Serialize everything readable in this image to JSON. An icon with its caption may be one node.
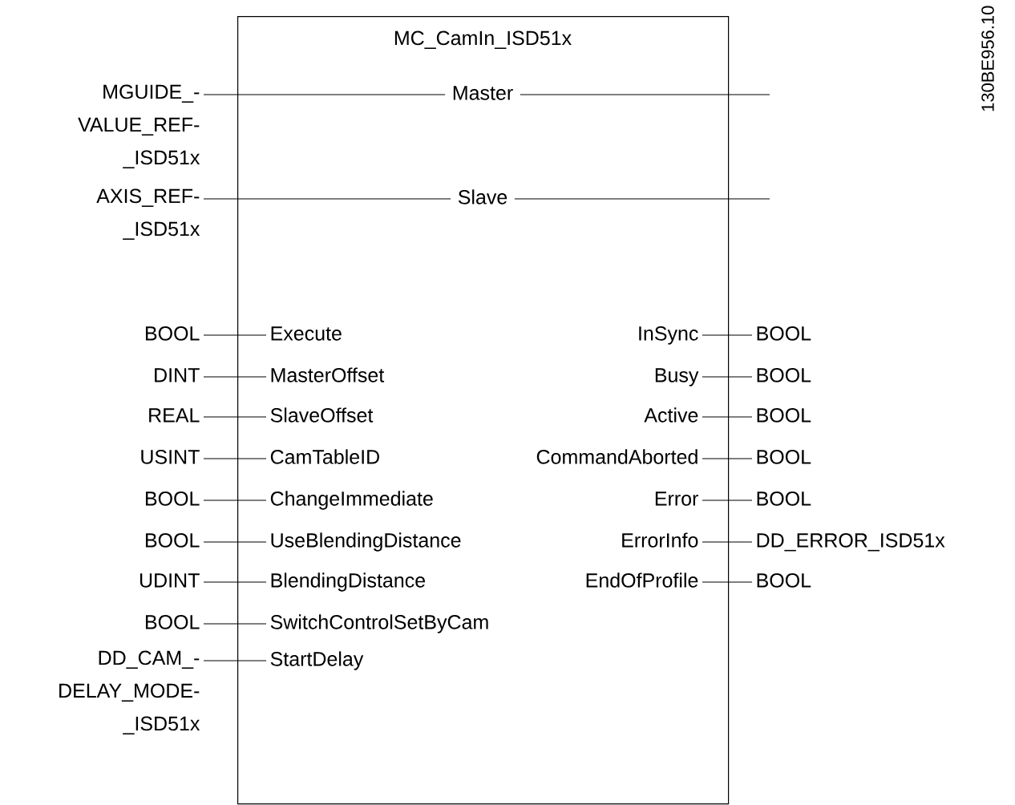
{
  "diagram": {
    "nodes": [
      {
        "text": [
          "MC_CamIn_ISD51x"
        ]
      },
      {
        "text": [
          "MGUIDE_- VALUE_REF- _ISD51x"
        ]
      },
      {
        "text": [
          "Master"
        ],
        "in": 0
      },
      {
        "text": [
          "AXIS_REF- _ISD51x"
        ]
      },
      {
        "text": [
          "Slave"
        ],
        "in": 0
      },
      {
        "text": [
          "BOOL"
        ]
      },
      {
        "text": [
          "Execute"
        ],
        "in": 0
      },
      {
        "text": [
          "DINT"
        ]
      },
      {
        "text": [
          "MasterOffset"
        ],
        "in": 0
      },
      {
        "text": [
          "REAL"
        ]
      },
      {
        "text": [
          "SlaveOffset"
        ],
        "in": 0
      },
      {
        "text": [
          "USINT"
        ]
      },
      {
        "text": [
          "CamTableID"
        ],
        "in": 0
      },
      {
        "text": [
          "BOOL"
        ]
      },
      {
        "text": [
          "ChangeImmediate"
        ],
        "in": 0
      },
      {
        "text": [
          "BOOL"
        ]
      },
      {
        "text": [
          "UseBlendingDistance"
        ],
        "in": 0
      },
      {
        "text": [
          "UDINT"
        ]
      },
      {
        "text": [
          "BlendingDistance"
        ],
        "in": 0
      },
      {
        "text": [
          "BOOL"
        ]
      },
      {
        "text": [
          "SwitchControlSetByCam"
        ],
        "in": 0
      },
      {
        "text": [
          "DD_CAM_- DELAY_MODE- _ISD51x"
        ]
      },
      {
        "text": [
          "StartDelay"
        ],
        "in": 0
      },
      {
        "text": [
          "InSync"
        ],
        "in": 0
      },
      {
        "text": [
          "BOOL"
        ]
      },
      {
        "text": [
          "Busy"
        ],
        "in": 0
      },
      {
        "text": [
          "BOOL"
        ]
      },
      {
        "text": [
          "Active"
        ],
        "in": 0
      },
      {
        "text": [
          "BOOL"
        ]
      },
      {
        "text": [
          "CommandAborted"
        ],
        "in": 0
      },
      {
        "text": [
          "BOOL"
        ]
      },
      {
        "text": [
          "Error"
        ],
        "in": 0
      },
      {
        "text": [
          "BOOL"
        ]
      },
      {
        "text": [
          "ErrorInfo"
        ],
        "in": 0
      },
      {
        "text": [
          "DD_ERROR_ISD51x"
        ]
      },
      {
        "text": [
          "EndOfProfile"
        ],
        "in": 0
      },
      {
        "text": [
          "BOOL"
        ]
      }
    ],
    "edges": [
      {
        "from": 1,
        "to": 2,
        "arrow": "none"
      },
      {
        "from": 2,
        "to": null,
        "arrow": "none"
      },
      {
        "from": 3,
        "to": 4,
        "arrow": "none"
      },
      {
        "from": 4,
        "to": null,
        "arrow": "none"
      },
      {
        "from": 5,
        "to": 6,
        "arrow": "none"
      },
      {
        "from": 7,
        "to": 8,
        "arrow": "none"
      },
      {
        "from": 9,
        "to": 10,
        "arrow": "none"
      },
      {
        "from": 11,
        "to": 12,
        "arrow": "none"
      },
      {
        "from": 13,
        "to": 14,
        "arrow": "none"
      },
      {
        "from": 15,
        "to": 16,
        "arrow": "none"
      },
      {
        "from": 17,
        "to": 18,
        "arrow": "none"
      },
      {
        "from": 19,
        "to": 20,
        "arrow": "none"
      },
      {
        "from": 21,
        "to": 22,
        "arrow": "none"
      },
      {
        "from": 23,
        "to": 24,
        "arrow": "none"
      },
      {
        "from": 25,
        "to": 26,
        "arrow": "none"
      },
      {
        "from": 27,
        "to": 28,
        "arrow": "none"
      },
      {
        "from": 29,
        "to": 30,
        "arrow": "none"
      },
      {
        "from": 31,
        "to": 32,
        "arrow": "none"
      },
      {
        "from": 33,
        "to": 34,
        "arrow": "none"
      },
      {
        "from": 35,
        "to": 36,
        "arrow": "none"
      }
    ],
    "labels": [
      "130BE956.10"
    ]
  }
}
